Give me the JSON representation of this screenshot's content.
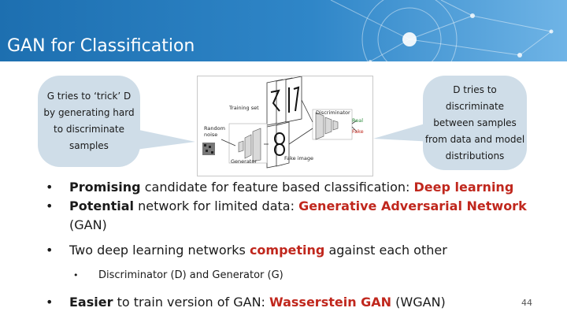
{
  "slide": {
    "title": "GAN for Classification",
    "page_number": "44"
  },
  "bubbles": {
    "left": [
      "G tries to ‘trick’ D",
      "by generating hard",
      "to discriminate",
      "samples"
    ],
    "right": [
      "D tries to",
      "discriminate",
      "between samples",
      "from data and model",
      "distributions"
    ]
  },
  "figure": {
    "training_set": "Training set",
    "discriminator": "Discriminator",
    "real": "Real",
    "fake": "Fake",
    "random_noise_1": "Random",
    "random_noise_2": "noise",
    "generator": "Generator",
    "fake_image": "Fake image"
  },
  "bullets": {
    "b1_bold": "Promising",
    "b1_mid": " candidate for feature based classification: ",
    "b1_red": "Deep learning",
    "b2_bold": "Potential",
    "b2_mid": " network for limited data: ",
    "b2_red": "Generative Adversarial Network",
    "b2_tail": "(GAN)",
    "b3_pre": "Two deep learning networks ",
    "b3_red": "competing",
    "b3_post": " against each other",
    "sub1": "Discriminator (D) and Generator (G)",
    "b4_bold": "Easier",
    "b4_mid": " to train version of GAN: ",
    "b4_red": "Wasserstein GAN",
    "b4_post": " (WGAN)"
  },
  "colors": {
    "header": "#2f86c8",
    "accent_red": "#c0271d",
    "bubble": "#cfdde8"
  }
}
